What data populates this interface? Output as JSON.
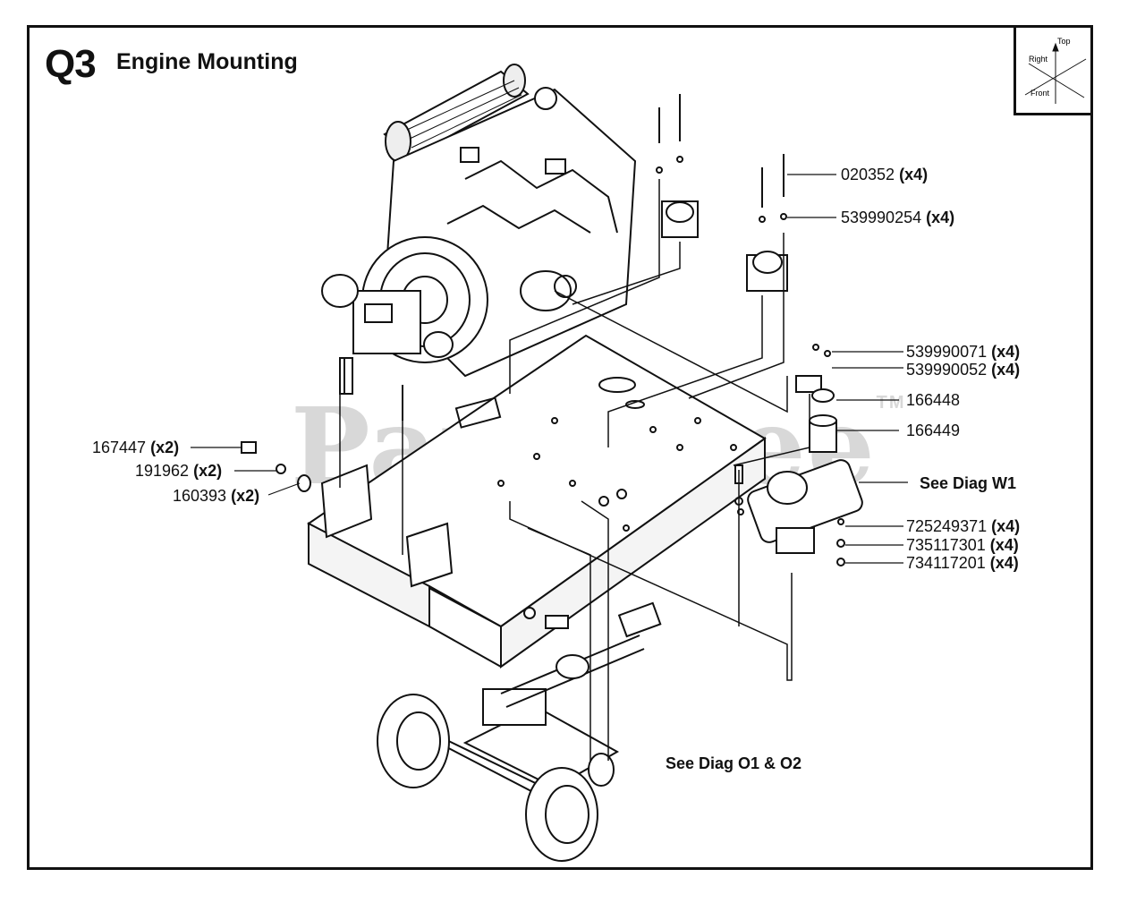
{
  "header": {
    "code": "Q3",
    "title": "Engine Mounting"
  },
  "compass": {
    "top_label": "Top",
    "right_label": "Right",
    "front_label": "Front"
  },
  "watermark": {
    "text": "PartsTree",
    "tm": "TM"
  },
  "callouts": [
    {
      "part": "020352",
      "qty": "(x4)"
    },
    {
      "part": "539990254",
      "qty": "(x4)"
    },
    {
      "part": "539990071",
      "qty": "(x4)"
    },
    {
      "part": "539990052",
      "qty": "(x4)"
    },
    {
      "part": "166448",
      "qty": ""
    },
    {
      "part": "166449",
      "qty": ""
    },
    {
      "part": "167447",
      "qty": "(x2)"
    },
    {
      "part": "191962",
      "qty": "(x2)"
    },
    {
      "part": "160393",
      "qty": "(x2)"
    },
    {
      "part": "725249371",
      "qty": "(x4)"
    },
    {
      "part": "735117301",
      "qty": "(x4)"
    },
    {
      "part": "734117201",
      "qty": "(x4)"
    }
  ],
  "references": {
    "diag_w1": "See Diag W1",
    "diag_o1_o2": "See Diag O1 & O2"
  }
}
